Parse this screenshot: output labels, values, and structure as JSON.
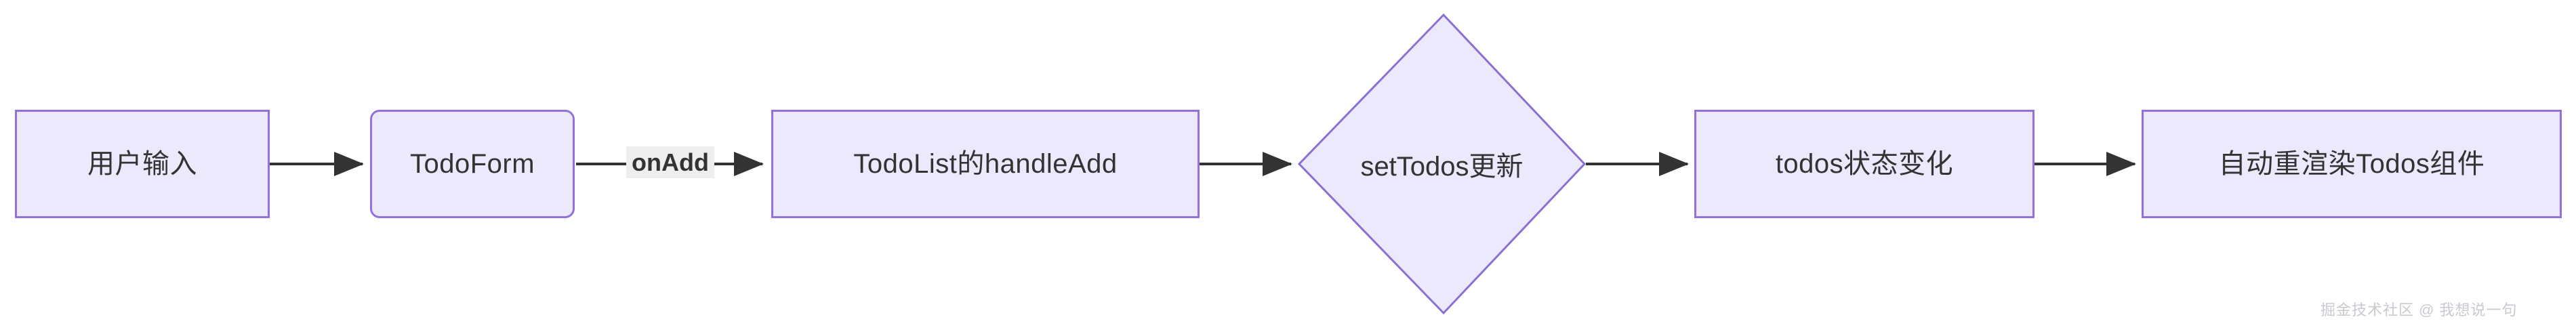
{
  "diagram": {
    "type": "flowchart",
    "direction": "left-to-right",
    "title": "",
    "theme": {
      "node_fill": "#ece9fc",
      "node_border": "#9370db",
      "node_text": "#333333",
      "edge_stroke": "#333333",
      "edge_label_bg": "#eeeeee",
      "background": "#ffffff",
      "watermark_color": "#c9c9cf"
    },
    "nodes": [
      {
        "id": "n1",
        "label": "用户输入",
        "shape": "rect"
      },
      {
        "id": "n2",
        "label": "TodoForm",
        "shape": "rounded-rect"
      },
      {
        "id": "n3",
        "label": "TodoList的handleAdd",
        "shape": "rect"
      },
      {
        "id": "n4",
        "label": "setTodos更新",
        "shape": "diamond"
      },
      {
        "id": "n5",
        "label": "todos状态变化",
        "shape": "rect"
      },
      {
        "id": "n6",
        "label": "自动重渲染Todos组件",
        "shape": "rect"
      }
    ],
    "edges": [
      {
        "from": "n1",
        "to": "n2",
        "label": ""
      },
      {
        "from": "n2",
        "to": "n3",
        "label": "onAdd"
      },
      {
        "from": "n3",
        "to": "n4",
        "label": ""
      },
      {
        "from": "n4",
        "to": "n5",
        "label": ""
      },
      {
        "from": "n5",
        "to": "n6",
        "label": ""
      }
    ]
  },
  "watermark": {
    "text": "掘金技术社区 @ 我想说一句"
  }
}
